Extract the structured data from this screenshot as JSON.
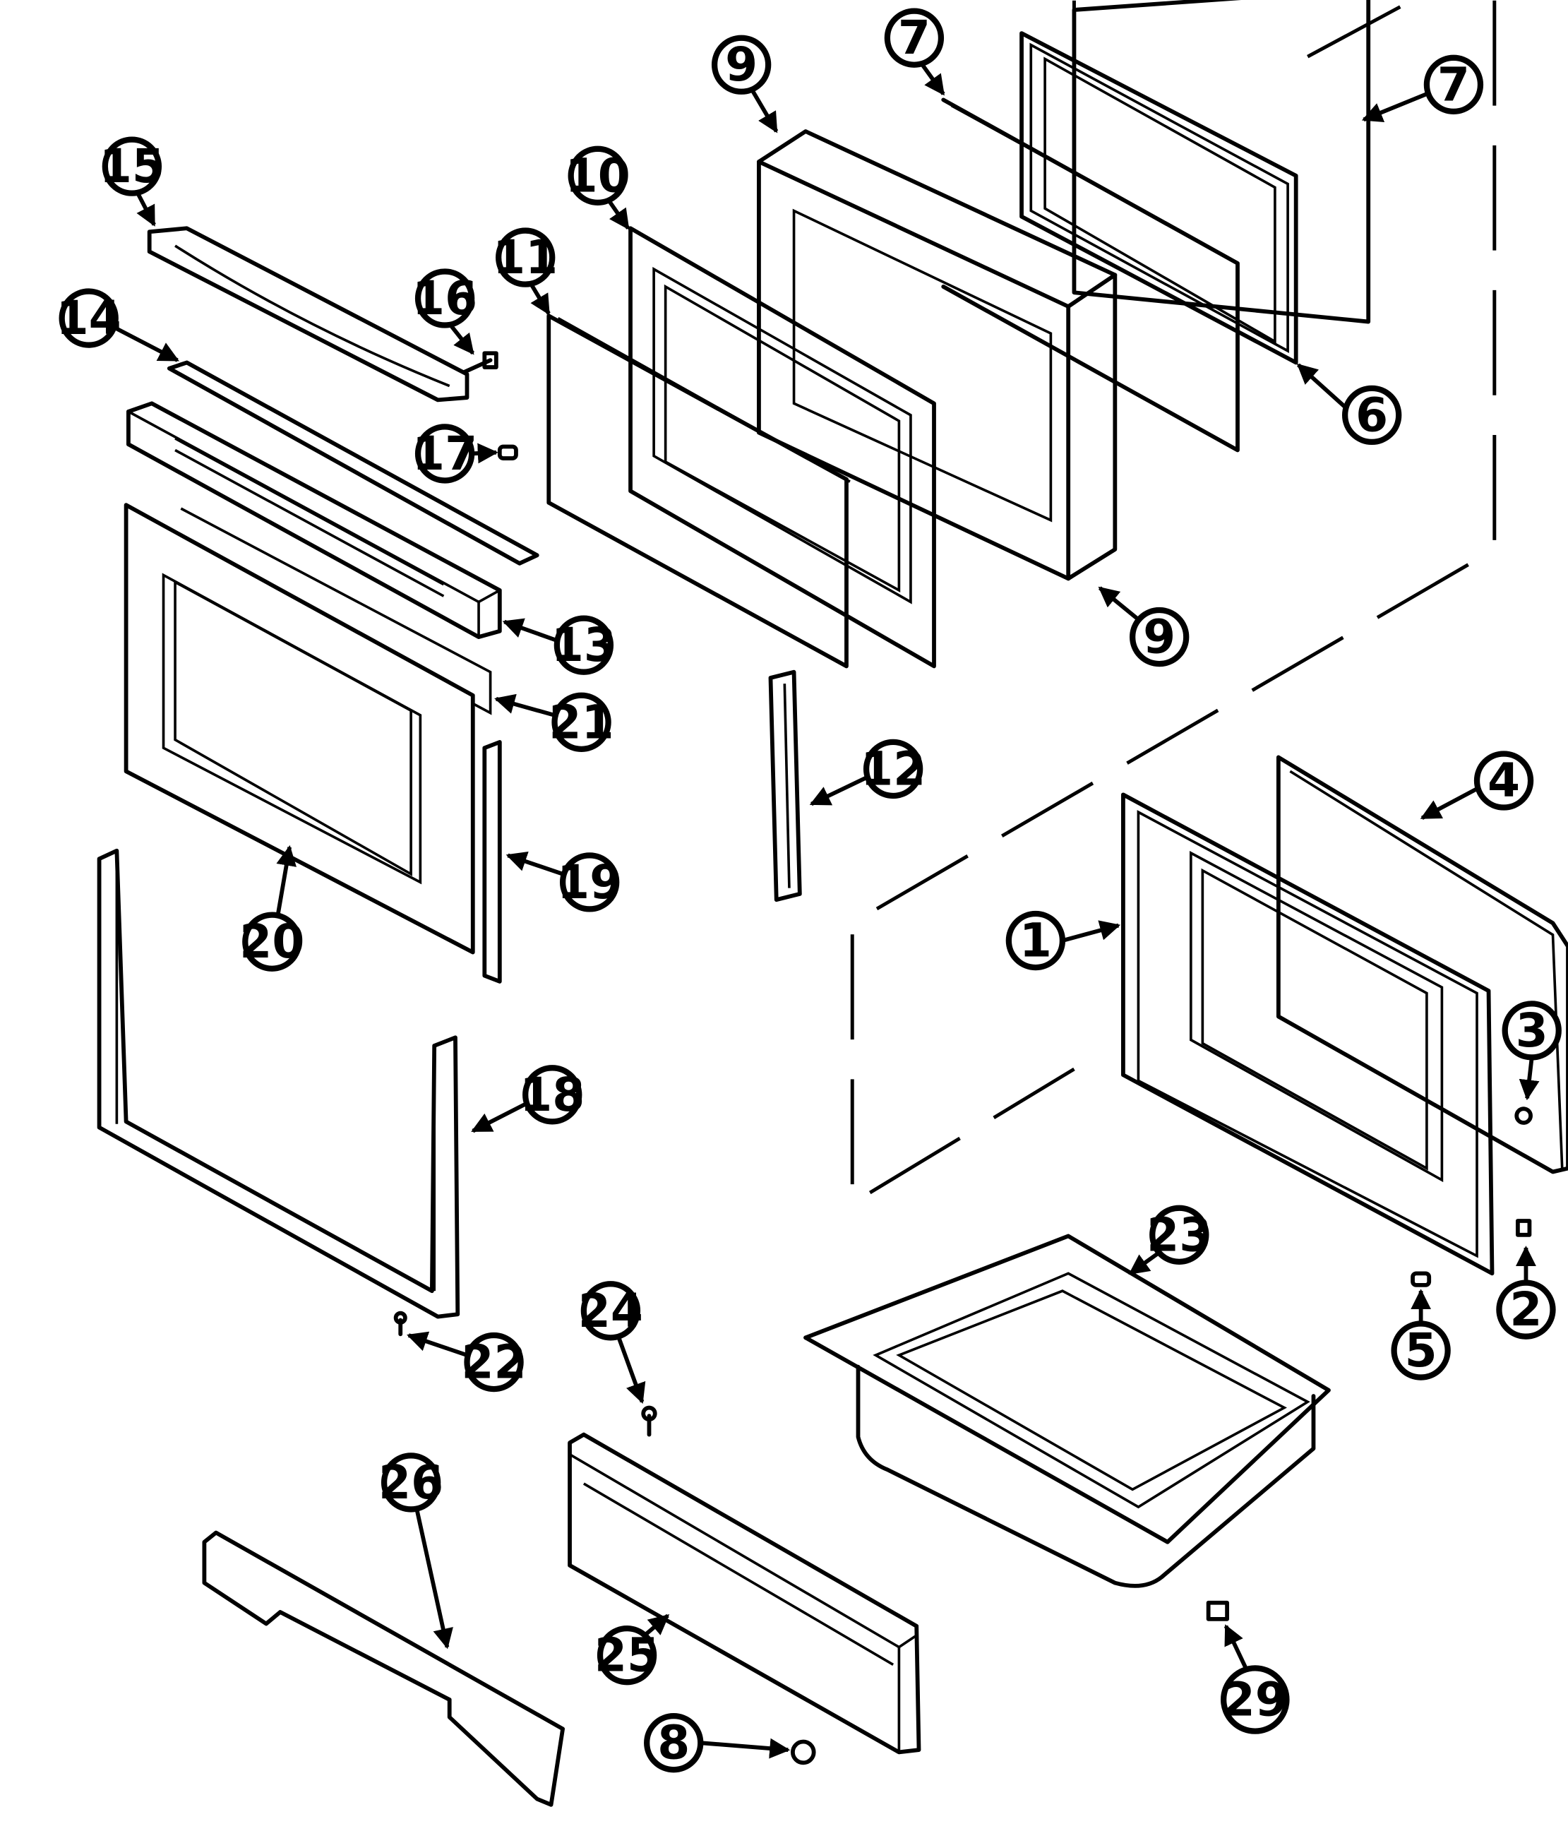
{
  "callouts": [
    {
      "label": "1"
    },
    {
      "label": "2"
    },
    {
      "label": "3"
    },
    {
      "label": "4"
    },
    {
      "label": "5"
    },
    {
      "label": "6"
    },
    {
      "label": "7"
    },
    {
      "label": "7"
    },
    {
      "label": "8"
    },
    {
      "label": "9"
    },
    {
      "label": "9"
    },
    {
      "label": "10"
    },
    {
      "label": "11"
    },
    {
      "label": "12"
    },
    {
      "label": "13"
    },
    {
      "label": "14"
    },
    {
      "label": "15"
    },
    {
      "label": "16"
    },
    {
      "label": "17"
    },
    {
      "label": "18"
    },
    {
      "label": "19"
    },
    {
      "label": "20"
    },
    {
      "label": "21"
    },
    {
      "label": "22"
    },
    {
      "label": "23"
    },
    {
      "label": "24"
    },
    {
      "label": "25"
    },
    {
      "label": "26"
    },
    {
      "label": "29"
    }
  ],
  "colors": {
    "line": "#000000",
    "background": "#ffffff"
  }
}
